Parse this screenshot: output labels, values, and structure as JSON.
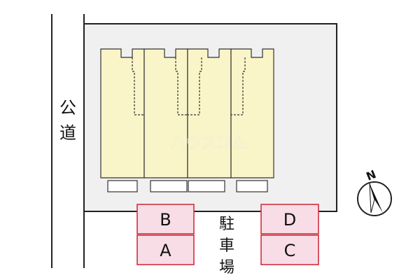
{
  "road": {
    "label_line1": "公",
    "label_line2": "道"
  },
  "parking": {
    "label_line1": "駐",
    "label_line2": "車",
    "label_line3": "場",
    "spaces": [
      "B",
      "A",
      "D",
      "C"
    ]
  },
  "watermark": "ハウスコム",
  "compass": {
    "north_label": "N"
  },
  "colors": {
    "lot_fill": "#f0f0f0",
    "building_fill": "#f9f5c8",
    "parking_fill": "#f8dde6",
    "parking_border": "#d03040",
    "line": "#222222"
  }
}
